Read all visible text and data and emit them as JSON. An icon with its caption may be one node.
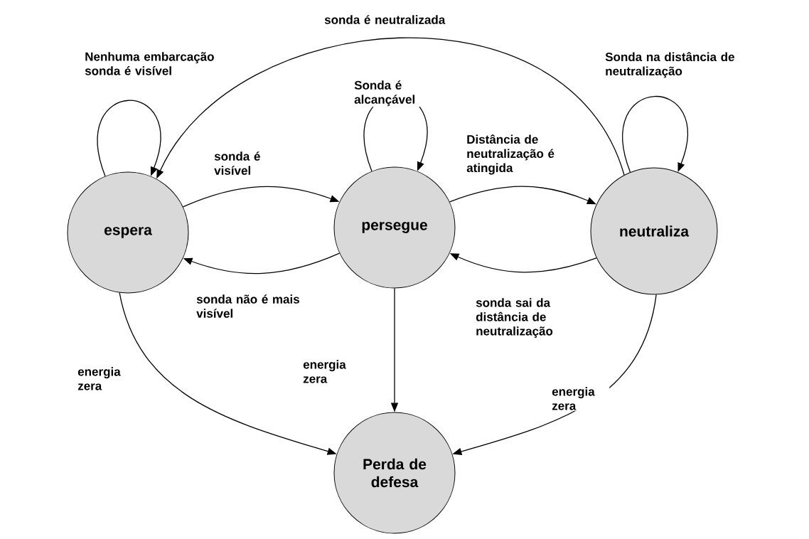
{
  "diagram": {
    "nodes": [
      {
        "text": [
          "espera"
        ]
      },
      {
        "text": [
          "persegue"
        ]
      },
      {
        "text": [
          "neutraliza"
        ]
      },
      {
        "text": [
          "Perda de defesa"
        ]
      }
    ],
    "edges": [
      {
        "from": 0,
        "to": 1,
        "arrow": "to",
        "label": "sonda é visível"
      },
      {
        "from": 1,
        "to": 0,
        "arrow": "to",
        "label": "sonda não é mais visível"
      },
      {
        "from": 1,
        "to": 2,
        "arrow": "to",
        "label": "Distância de neutralização é atingida"
      },
      {
        "from": 2,
        "to": 1,
        "arrow": "to",
        "label": "sonda sai da distância de neutralização"
      },
      {
        "from": 2,
        "to": 0,
        "arrow": "to",
        "label": "sonda é neutralizada"
      },
      {
        "from": 0,
        "to": 0,
        "arrow": "to",
        "label": "Nenhuma embarcação sonda é visível"
      },
      {
        "from": 1,
        "to": 1,
        "arrow": "to",
        "label": "Sonda é alcançável"
      },
      {
        "from": 2,
        "to": 2,
        "arrow": "to",
        "label": "Sonda na distância de neutralização"
      },
      {
        "from": 0,
        "to": 3,
        "arrow": "to",
        "label": "energia zera"
      },
      {
        "from": 1,
        "to": 3,
        "arrow": "to",
        "label": "energia zera"
      },
      {
        "from": 2,
        "to": 3,
        "arrow": "to",
        "label": "energia zera"
      }
    ]
  }
}
